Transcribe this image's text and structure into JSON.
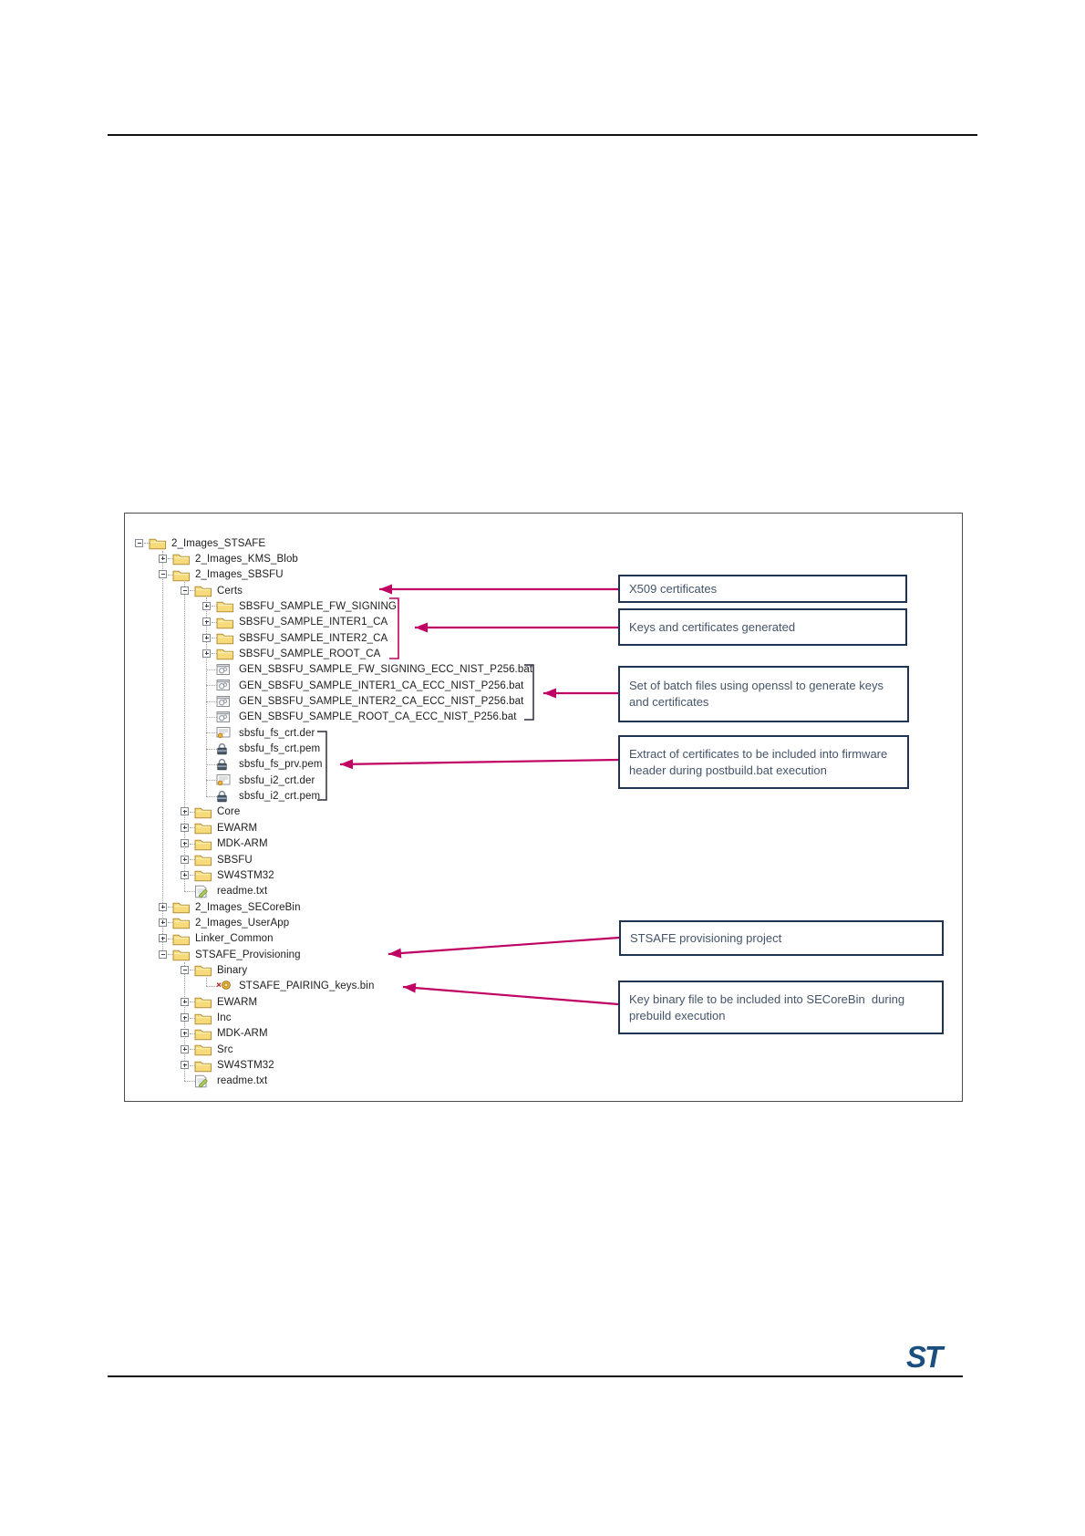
{
  "figure": {
    "tree": {
      "rows": [
        {
          "label": "2_Images_STSAFE",
          "level": 0,
          "toggle": "minus",
          "icon": "folder-icon"
        },
        {
          "label": "2_Images_KMS_Blob",
          "level": 1,
          "toggle": "plus",
          "icon": "folder-icon"
        },
        {
          "label": "2_Images_SBSFU",
          "level": 1,
          "toggle": "minus",
          "icon": "folder-icon"
        },
        {
          "label": "Certs",
          "level": 2,
          "toggle": "minus",
          "icon": "folder-icon"
        },
        {
          "label": "SBSFU_SAMPLE_FW_SIGNING",
          "level": 3,
          "toggle": "plus",
          "icon": "folder-icon"
        },
        {
          "label": "SBSFU_SAMPLE_INTER1_CA",
          "level": 3,
          "toggle": "plus",
          "icon": "folder-icon"
        },
        {
          "label": "SBSFU_SAMPLE_INTER2_CA",
          "level": 3,
          "toggle": "plus",
          "icon": "folder-icon"
        },
        {
          "label": "SBSFU_SAMPLE_ROOT_CA",
          "level": 3,
          "toggle": "plus",
          "icon": "folder-icon"
        },
        {
          "label": "GEN_SBSFU_SAMPLE_FW_SIGNING_ECC_NIST_P256.bat",
          "level": 3,
          "toggle": "none",
          "icon": "bat-icon"
        },
        {
          "label": "GEN_SBSFU_SAMPLE_INTER1_CA_ECC_NIST_P256.bat",
          "level": 3,
          "toggle": "none",
          "icon": "bat-icon"
        },
        {
          "label": "GEN_SBSFU_SAMPLE_INTER2_CA_ECC_NIST_P256.bat",
          "level": 3,
          "toggle": "none",
          "icon": "bat-icon"
        },
        {
          "label": "GEN_SBSFU_SAMPLE_ROOT_CA_ECC_NIST_P256.bat",
          "level": 3,
          "toggle": "none",
          "icon": "bat-icon"
        },
        {
          "label": "sbsfu_fs_crt.der",
          "level": 3,
          "toggle": "none",
          "icon": "cert-icon"
        },
        {
          "label": "sbsfu_fs_crt.pem",
          "level": 3,
          "toggle": "none",
          "icon": "lock-icon"
        },
        {
          "label": "sbsfu_fs_prv.pem",
          "level": 3,
          "toggle": "none",
          "icon": "lock-icon"
        },
        {
          "label": "sbsfu_i2_crt.der",
          "level": 3,
          "toggle": "none",
          "icon": "cert-icon"
        },
        {
          "label": "sbsfu_i2_crt.pem",
          "level": 3,
          "toggle": "none",
          "icon": "lock-icon"
        },
        {
          "label": "Core",
          "level": 2,
          "toggle": "plus",
          "icon": "folder-icon"
        },
        {
          "label": "EWARM",
          "level": 2,
          "toggle": "plus",
          "icon": "folder-icon"
        },
        {
          "label": "MDK-ARM",
          "level": 2,
          "toggle": "plus",
          "icon": "folder-icon"
        },
        {
          "label": "SBSFU",
          "level": 2,
          "toggle": "plus",
          "icon": "folder-icon"
        },
        {
          "label": "SW4STM32",
          "level": 2,
          "toggle": "plus",
          "icon": "folder-icon"
        },
        {
          "label": "readme.txt",
          "level": 2,
          "toggle": "none",
          "icon": "txt-icon"
        },
        {
          "label": "2_Images_SECoreBin",
          "level": 1,
          "toggle": "plus",
          "icon": "folder-icon"
        },
        {
          "label": "2_Images_UserApp",
          "level": 1,
          "toggle": "plus",
          "icon": "folder-icon"
        },
        {
          "label": "Linker_Common",
          "level": 1,
          "toggle": "plus",
          "icon": "folder-icon"
        },
        {
          "label": "STSAFE_Provisioning",
          "level": 1,
          "toggle": "minus",
          "icon": "folder-icon"
        },
        {
          "label": "Binary",
          "level": 2,
          "toggle": "minus",
          "icon": "folder-icon"
        },
        {
          "label": "STSAFE_PAIRING_keys.bin",
          "level": 3,
          "toggle": "none",
          "icon": "bin-icon"
        },
        {
          "label": "EWARM",
          "level": 2,
          "toggle": "plus",
          "icon": "folder-icon"
        },
        {
          "label": "Inc",
          "level": 2,
          "toggle": "plus",
          "icon": "folder-icon"
        },
        {
          "label": "MDK-ARM",
          "level": 2,
          "toggle": "plus",
          "icon": "folder-icon"
        },
        {
          "label": "Src",
          "level": 2,
          "toggle": "plus",
          "icon": "folder-icon"
        },
        {
          "label": "SW4STM32",
          "level": 2,
          "toggle": "plus",
          "icon": "folder-icon"
        },
        {
          "label": "readme.txt",
          "level": 2,
          "toggle": "none",
          "icon": "txt-icon"
        }
      ]
    },
    "callouts": [
      {
        "text": "X509 certificates"
      },
      {
        "text": "Keys and certificates generated"
      },
      {
        "text": "Set of batch files using openssl to generate keys and certificates"
      },
      {
        "text": "Extract of certificates to be included into firmware header during postbuild.bat execution"
      },
      {
        "text": "STSAFE provisioning project"
      },
      {
        "text": "Key binary file to be included into SECoreBin  during prebuild execution"
      }
    ],
    "colors": {
      "arrow": "#c00063",
      "bracket_dark": "#2f2f3f",
      "callout_border": "#1f3352",
      "callout_text": "#44546a",
      "logo_blue": "#1a4e7e"
    }
  },
  "footer": {
    "logo_text": "ST"
  }
}
